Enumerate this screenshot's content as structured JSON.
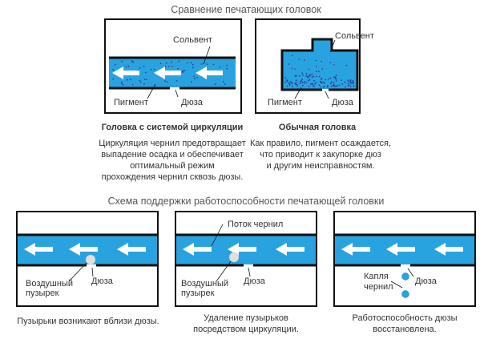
{
  "section1": {
    "title": "Сравнение печатающих головок",
    "circulation": {
      "solvent_label": "Сольвент",
      "pigment_label": "Пигмент",
      "nozzle_label": "Дюза",
      "caption": "Головка с системой циркуляции",
      "description": "Циркуляция чернил предотвращает\nвыпадение осадка и обеспечивает\nоптимальный режим\nпрохождения чернил сквозь дюзы."
    },
    "conventional": {
      "solvent_label": "Сольвент",
      "pigment_label": "Пигмент",
      "nozzle_label": "Дюза",
      "caption": "Обычная головка",
      "description": "Как правило, пигмент осаждается,\nчто приводит к закупорке дюз\nи другим неисправностям."
    }
  },
  "section2": {
    "title": "Схема поддержки работоспособности печатающей головки",
    "step1": {
      "bubble_label_line1": "Воздушный",
      "bubble_label_line2": "пузырек",
      "nozzle_label": "Дюза",
      "caption": "Пузырьки возникают вблизи дюзы."
    },
    "step2": {
      "flow_label": "Поток чернил",
      "bubble_label_line1": "Воздушный",
      "bubble_label_line2": "пузырек",
      "nozzle_label": "Дюза",
      "caption": "Удаление пузырьков\nпосредством циркуляции."
    },
    "step3": {
      "drop_label_line1": "Капля",
      "drop_label_line2": "чернил",
      "nozzle_label": "Дюза",
      "caption": "Работоспособность дюзы\nвосстановлена."
    }
  },
  "colors": {
    "ink_blue": "#29a3df",
    "pigment_dot": "#2b3f9c",
    "frame": "#111111",
    "bubble": "#dddddd",
    "drop": "#29a3df"
  }
}
